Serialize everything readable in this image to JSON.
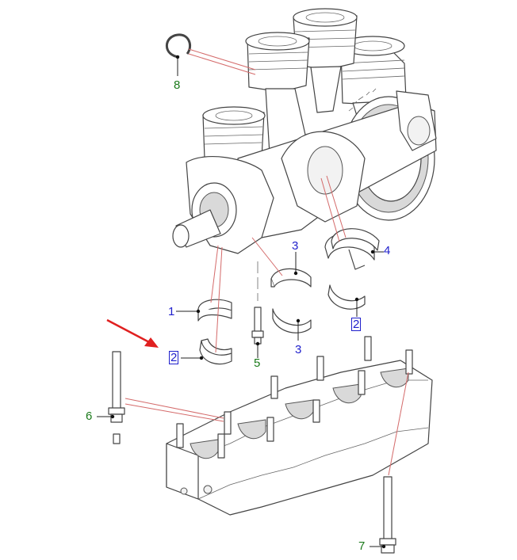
{
  "callouts": {
    "c8": "8",
    "c1": "1",
    "c2a": "2",
    "c3a": "3",
    "c3b": "3",
    "c4": "4",
    "c2b": "2",
    "c5": "5",
    "c6": "6",
    "c7": "7"
  },
  "colors": {
    "blue_callout": "#1f1fcc",
    "green_callout": "#1a7a1a",
    "leader_line": "#d46a6a",
    "arrow": "#e02020"
  }
}
